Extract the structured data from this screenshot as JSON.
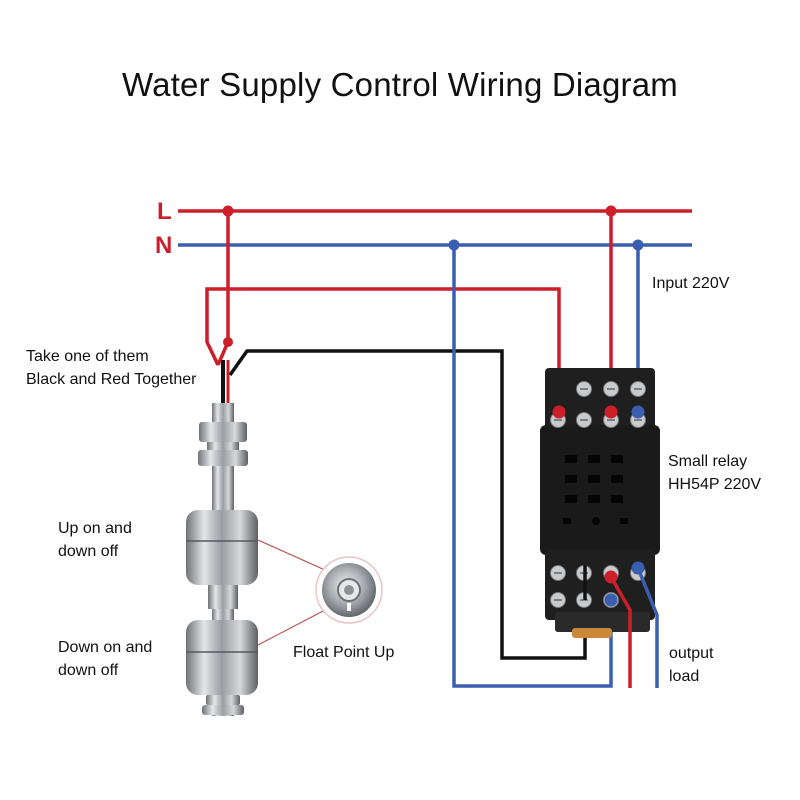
{
  "title": "Water Supply Control Wiring Diagram",
  "lines": {
    "live": {
      "letter": "L",
      "color": "#cc1f2a"
    },
    "neutral": {
      "letter": "N",
      "color": "#3a5fb0"
    }
  },
  "labels": {
    "input": "Input 220V",
    "relay_line1": "Small relay",
    "relay_line2": "HH54P 220V",
    "output_line1": "output",
    "output_line2": "load",
    "take_line1": "Take one of them",
    "take_line2": "Black and Red Together",
    "up_line1": "Up on and",
    "up_line2": "down off",
    "down_line1": "Down on and",
    "down_line2": "down off",
    "float_point": "Float Point Up"
  },
  "colors": {
    "live_wire": "#cc1f2a",
    "neutral_wire": "#3a5fb0",
    "signal_wire": "#111111",
    "relay_body": "#1a1a1a",
    "steel": "#b9bcbf"
  }
}
